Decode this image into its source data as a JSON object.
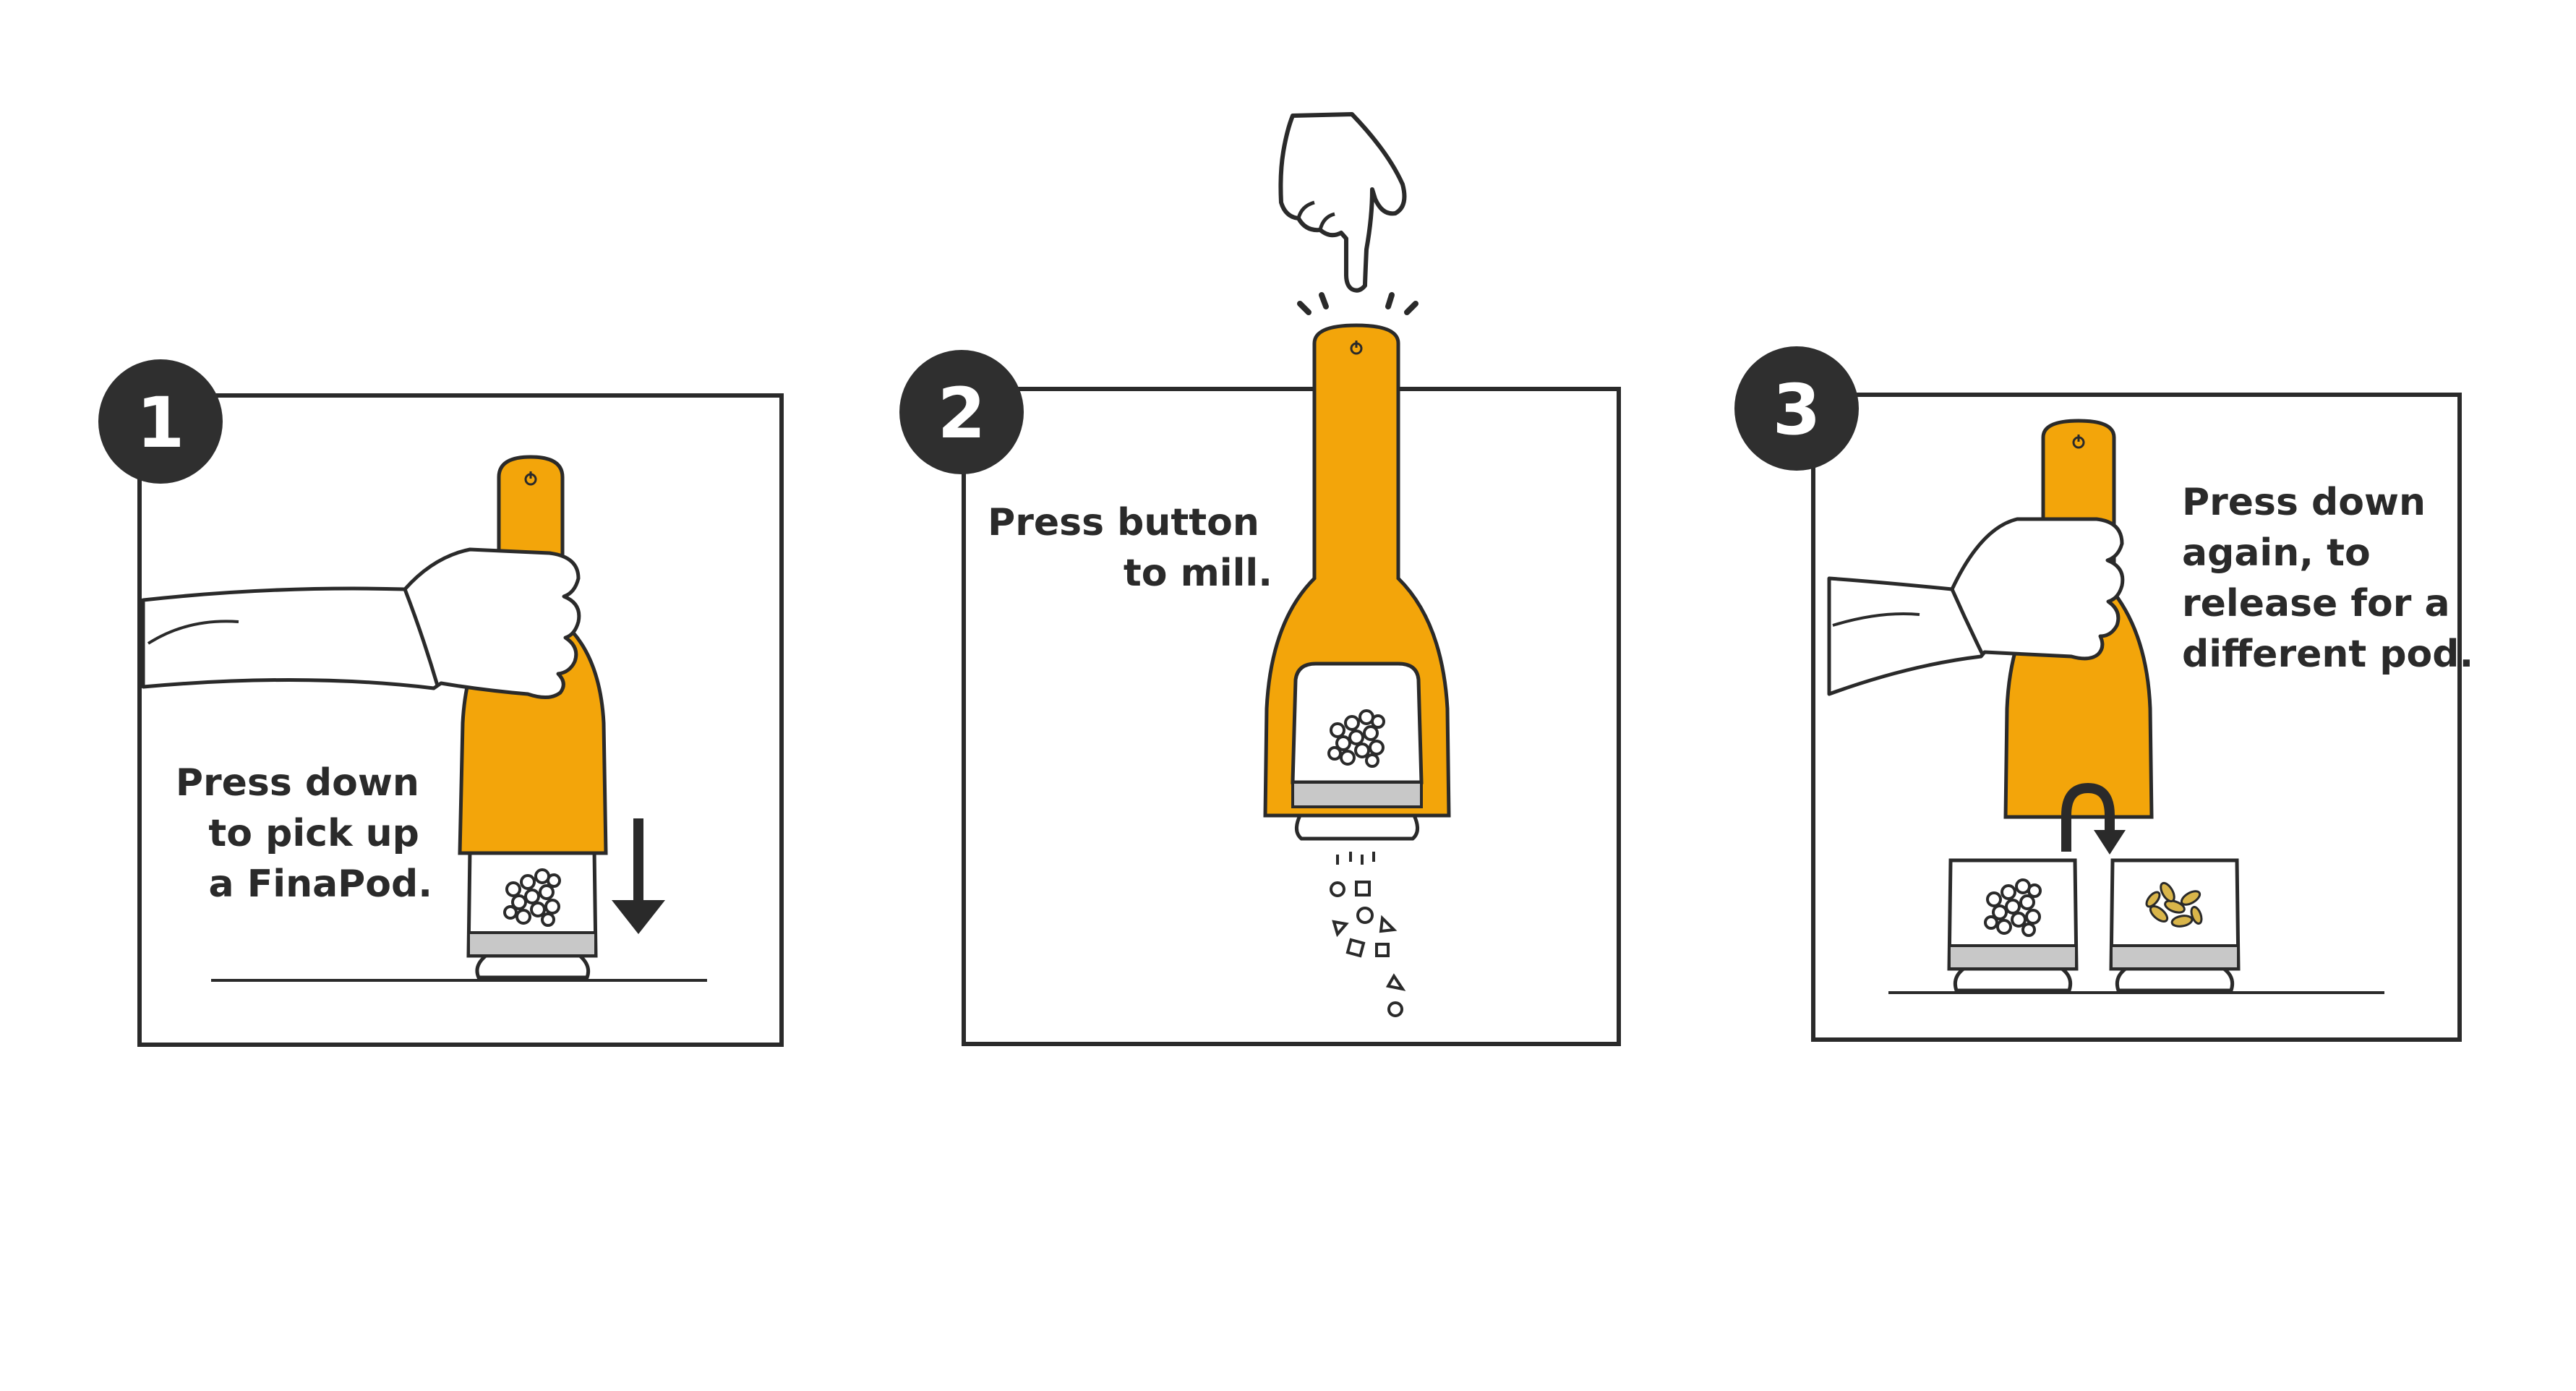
{
  "steps": [
    {
      "number": "1",
      "lines": [
        "Press down",
        "to pick up",
        "a FinaPod."
      ]
    },
    {
      "number": "2",
      "lines": [
        "Press button",
        "to mill."
      ]
    },
    {
      "number": "3",
      "lines": [
        "Press down",
        "again, to",
        "release for a",
        "different pod."
      ]
    }
  ],
  "colors": {
    "mill_orange": "#F3A50A",
    "outline": "#2a2a2a",
    "badge": "#2f2f2f",
    "band_gray": "#c8c8c8",
    "spice_yellow": "#d9b54a"
  },
  "icons": [
    "hand-icon",
    "pointing-finger-icon",
    "down-arrow-icon",
    "swap-arrow-icon",
    "power-button-icon"
  ]
}
